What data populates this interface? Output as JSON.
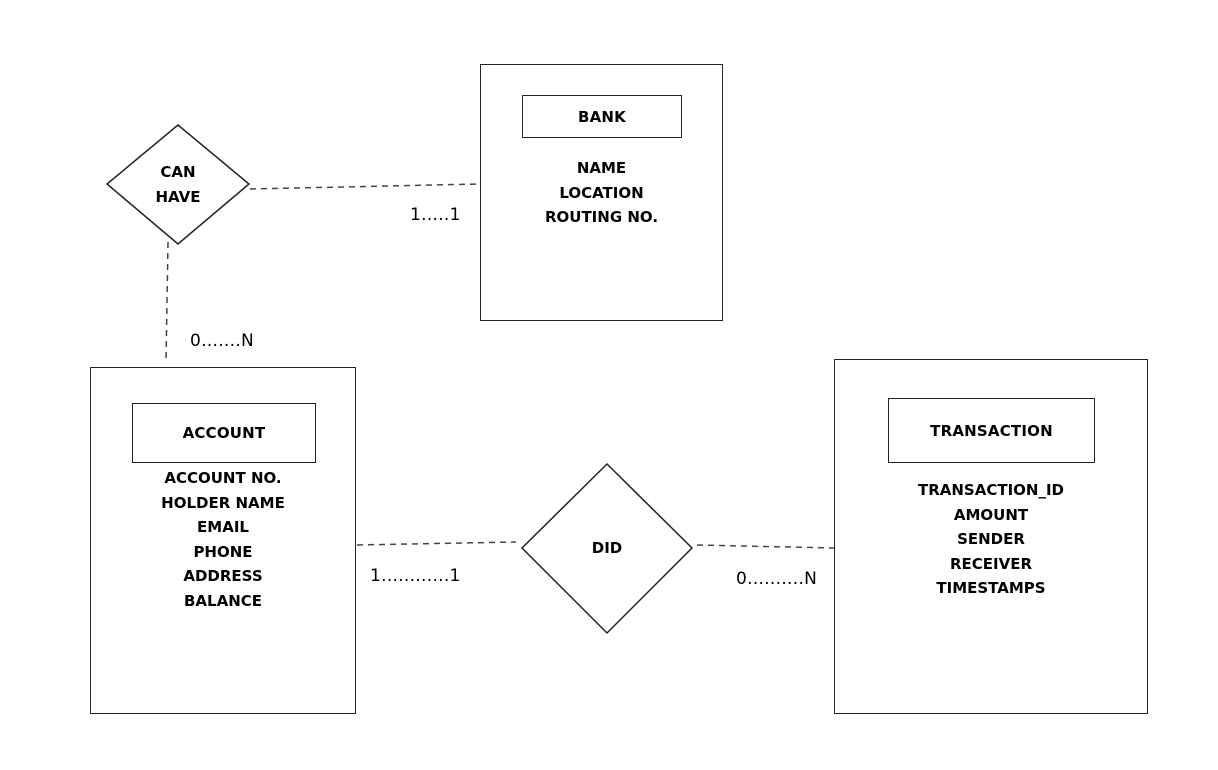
{
  "entities": {
    "bank": {
      "title": "BANK",
      "attributes": [
        "NAME",
        "LOCATION",
        "ROUTING NO."
      ]
    },
    "account": {
      "title": "ACCOUNT",
      "attributes": [
        "ACCOUNT NO.",
        "HOLDER NAME",
        "EMAIL",
        "PHONE",
        "ADDRESS",
        "BALANCE"
      ]
    },
    "transaction": {
      "title": "TRANSACTION",
      "attributes": [
        "TRANSACTION_ID",
        "AMOUNT",
        "SENDER",
        "RECEIVER",
        "TIMESTAMPS"
      ]
    }
  },
  "relationships": {
    "can_have": {
      "label_line1": "CAN",
      "label_line2": "HAVE",
      "bank_cardinality": "1.....1",
      "account_cardinality": "0.......N"
    },
    "did": {
      "label": "DID",
      "account_cardinality": "1............1",
      "transaction_cardinality": "0..........N"
    }
  }
}
